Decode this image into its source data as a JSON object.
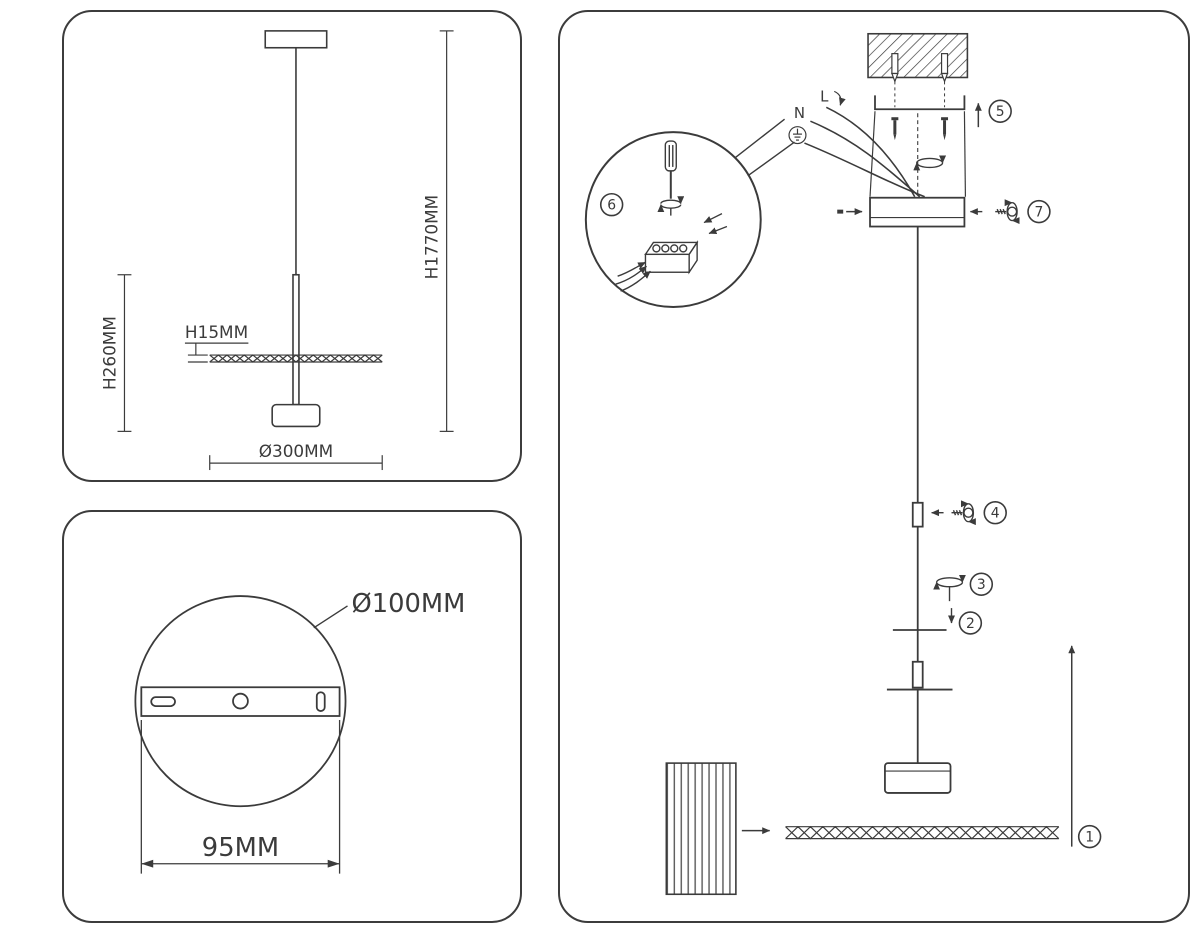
{
  "palette": {
    "ink": "#3b3b3b",
    "background": "#ffffff"
  },
  "dimension_view": {
    "total_height": "H1770MM",
    "stem_height": "H260MM",
    "shade_thickness": "H15MM",
    "shade_diameter": "Ø300MM"
  },
  "canopy_view": {
    "canopy_diameter": "Ø100MM",
    "mount_width": "95MM"
  },
  "assembly_view": {
    "wire_labels": {
      "neutral": "N",
      "live": "L"
    },
    "step_numbers": [
      "1",
      "2",
      "3",
      "4",
      "5",
      "6",
      "7"
    ]
  }
}
